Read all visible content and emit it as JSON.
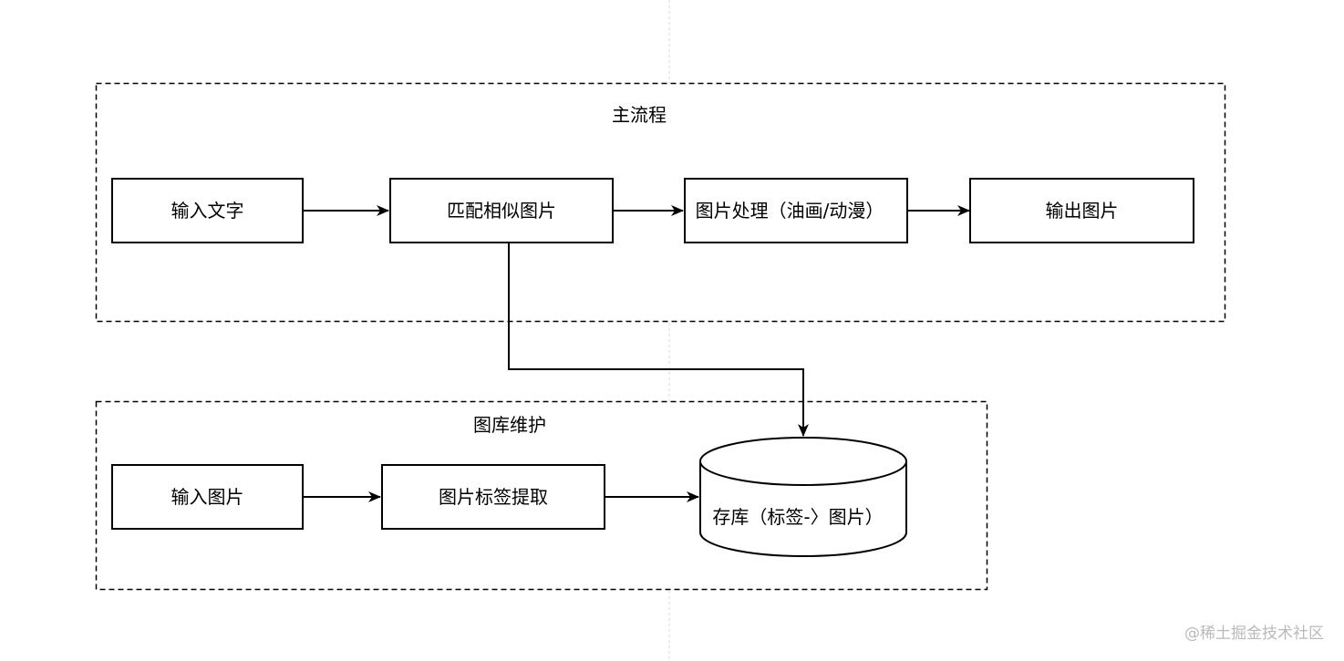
{
  "diagram": {
    "groups": {
      "main_flow": {
        "title": "主流程"
      },
      "library": {
        "title": "图库维护"
      }
    },
    "nodes": {
      "input_text": "输入文字",
      "match_images": "匹配相似图片",
      "process_image": "图片处理（油画/动漫）",
      "output_image": "输出图片",
      "input_image": "输入图片",
      "extract_tags": "图片标签提取",
      "storage": "存库（标签-〉图片）"
    },
    "watermark": "@稀土掘金技术社区"
  },
  "colors": {
    "stroke": "#000000",
    "background": "#ffffff",
    "page_divider": "#d9d9d9",
    "watermark": "#b9b9b9"
  }
}
